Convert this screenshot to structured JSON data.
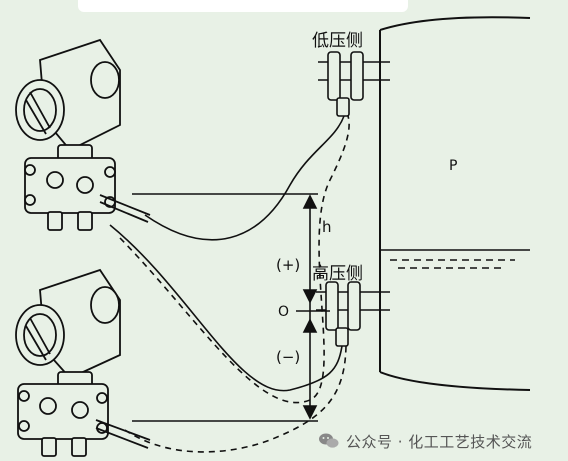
{
  "labels": {
    "low_side": "低压侧",
    "high_side": "高压侧",
    "pressure": "P",
    "height": "h",
    "plus": "(+)",
    "zero": "O",
    "minus": "(−)"
  },
  "watermark": {
    "text": "公众号 · 化工工艺技术交流",
    "icon": "wechat-icon"
  },
  "colors": {
    "background": "#e8f1e6",
    "line": "#111111",
    "liquid": "#111111"
  }
}
